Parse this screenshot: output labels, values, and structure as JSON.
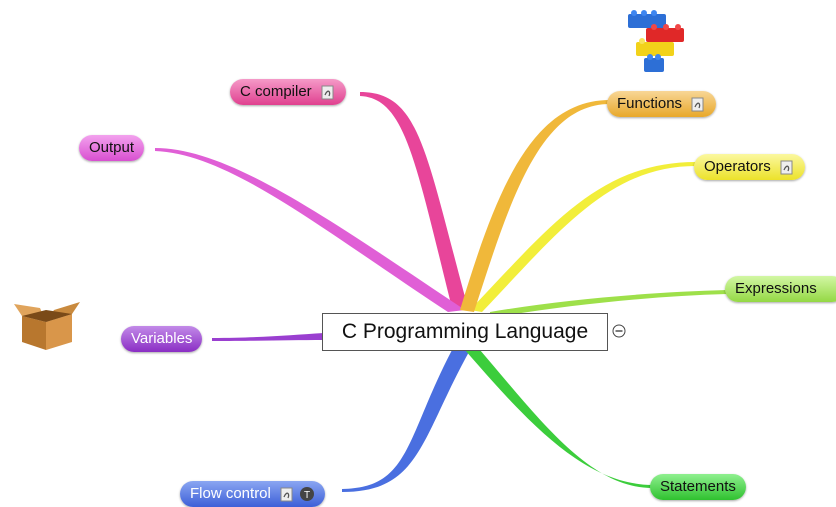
{
  "central": {
    "label": "C Programming Language",
    "collapse_icon": "minus-circle-icon"
  },
  "branches": [
    {
      "key": "c-compiler",
      "label": "C compiler",
      "color": "#e8459a",
      "attachment": true
    },
    {
      "key": "output",
      "label": "Output",
      "color": "#e05fd6",
      "attachment": false
    },
    {
      "key": "variables",
      "label": "Variables",
      "color": "#9a3fd0",
      "attachment": false
    },
    {
      "key": "flow-control",
      "label": "Flow control",
      "color": "#4a6fe0",
      "attachment": true,
      "task_icon": "task-icon"
    },
    {
      "key": "statements",
      "label": "Statements",
      "color": "#3ccd3c",
      "attachment": false
    },
    {
      "key": "expressions",
      "label": "Expressions",
      "color": "#9ee04a",
      "attachment": false
    },
    {
      "key": "operators",
      "label": "Operators",
      "color": "#f2ee3a",
      "attachment": true
    },
    {
      "key": "functions",
      "label": "Functions",
      "color": "#f0b83a",
      "attachment": true
    }
  ],
  "images": [
    {
      "key": "lego-bricks",
      "icon": "lego-bricks-image"
    },
    {
      "key": "cardboard-box",
      "icon": "cardboard-box-image"
    }
  ]
}
